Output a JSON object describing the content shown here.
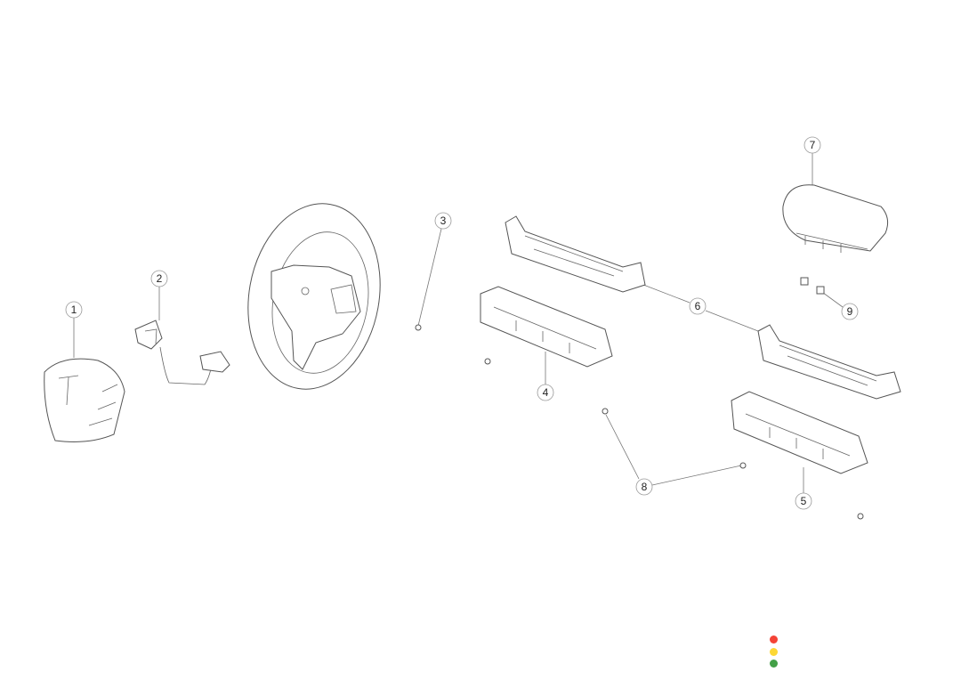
{
  "callouts": [
    "1",
    "2",
    "3",
    "4",
    "5",
    "6",
    "7",
    "8",
    "9"
  ],
  "status_dots": {
    "red": "#f44336",
    "yellow": "#fdd835",
    "green": "#43a047"
  }
}
